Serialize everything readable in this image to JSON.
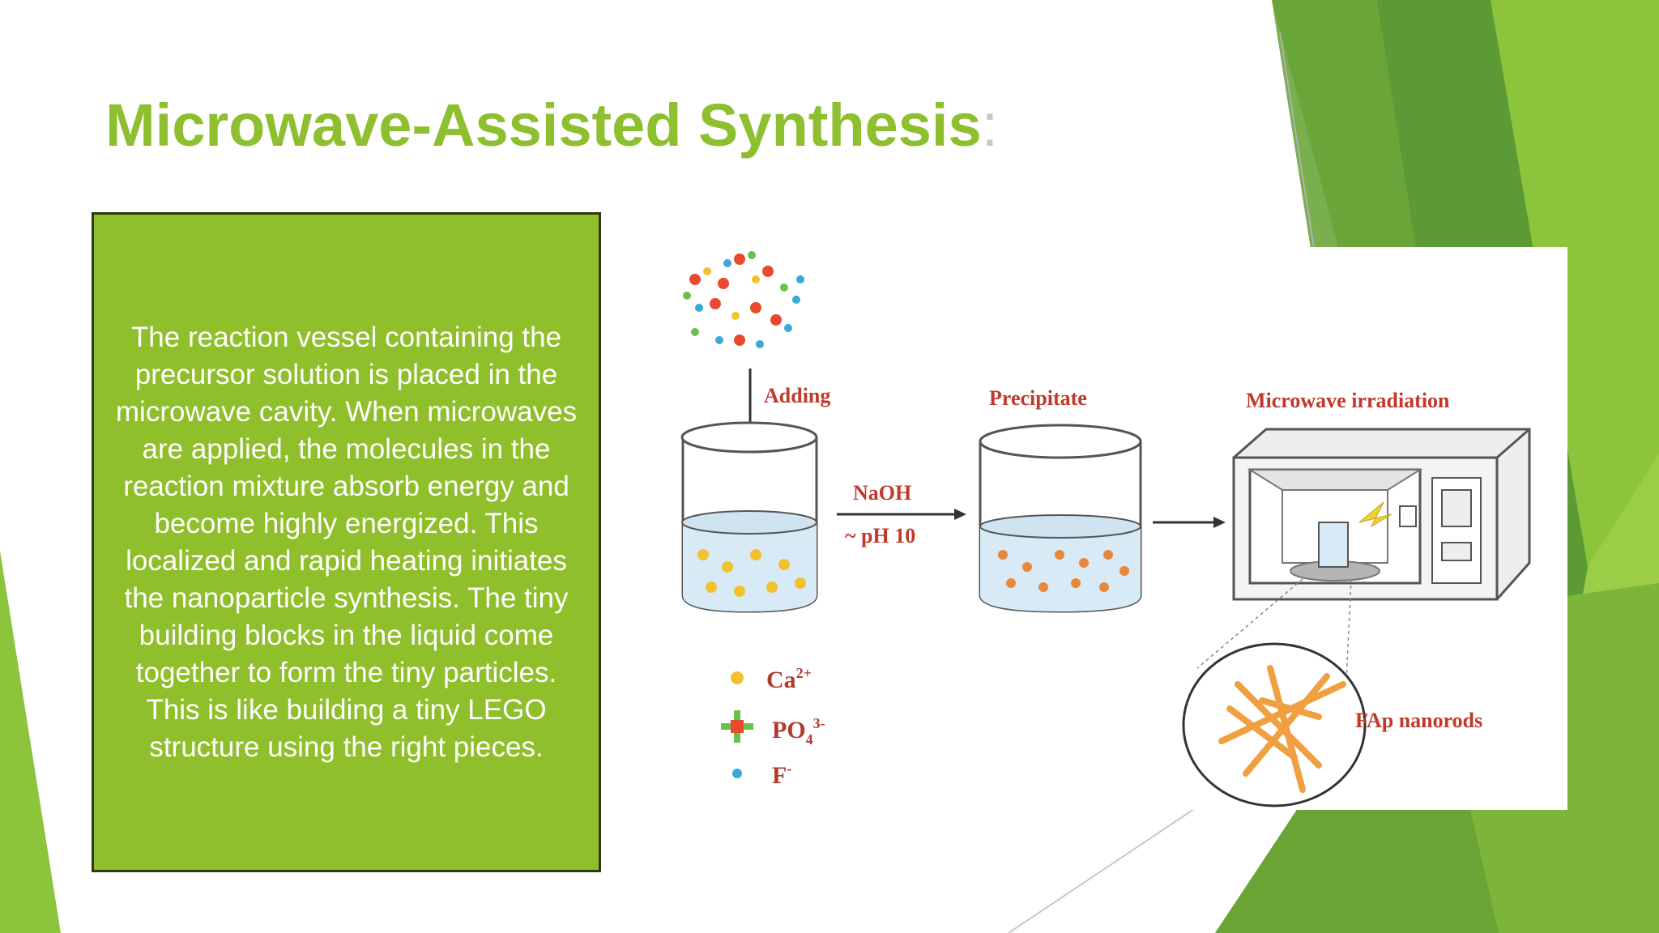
{
  "slide": {
    "title": "Microwave-Assisted Synthesis",
    "title_suffix": ":",
    "body_text": "The reaction vessel containing the precursor solution is placed in the microwave cavity. When microwaves are applied, the molecules in the reaction mixture absorb energy and become highly energized. This localized and rapid heating initiates the nanoparticle synthesis. The tiny building blocks in the liquid come together to form the tiny particles. This is like building a tiny LEGO structure using the right pieces."
  },
  "figure": {
    "label_adding": "Adding",
    "label_naoh": "NaOH",
    "label_ph": "~ pH 10",
    "label_precipitate": "Precipitate",
    "label_microwave": "Microwave irradiation",
    "label_nanorods": "FAp nanorods",
    "legend": {
      "ca": "Ca",
      "ca_charge": "2+",
      "po4": "PO",
      "po4_sub": "4",
      "po4_charge": "3-",
      "f": "F",
      "f_charge": "-"
    }
  },
  "colors": {
    "title": "#8dbf2e",
    "textbox_bg": "#8fbf2a",
    "accent_dark": "#5e9a32",
    "accent_light": "#9cc93f",
    "label_red": "#c0392b"
  }
}
